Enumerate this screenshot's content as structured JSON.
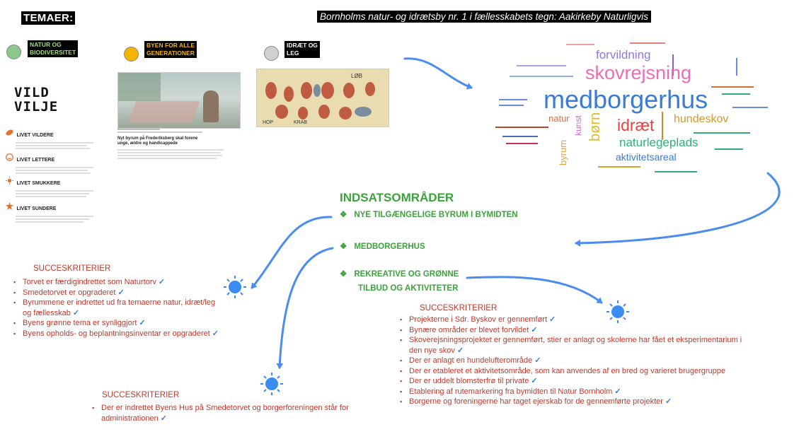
{
  "header": {
    "temaer": "TEMAER:",
    "headline": "Bornholms natur- og idrætsby nr. 1 i fællesskabets tegn: Aakirkeby Naturligvis"
  },
  "themes": [
    {
      "line1": "NATUR OG",
      "line2": "BIODIVERSITET",
      "dot_color": "#8cc78c",
      "text_color": "#9be07a"
    },
    {
      "line1": "BYEN FOR ALLE",
      "line2": "GENERATIONER",
      "dot_color": "#f4b400",
      "text_color": "#f4b400"
    },
    {
      "line1": "IDRÆT OG",
      "line2": "LEG",
      "dot_color": "#cfcfd4",
      "text_color": "#ffffff"
    }
  ],
  "vild_vilje": {
    "line1": "VILD",
    "line2": "VILJE"
  },
  "livet": [
    {
      "title": "LIVET VILDERE",
      "icon": "leaf-icon",
      "color": "#e8702a"
    },
    {
      "title": "LIVET LETTERE",
      "icon": "smiley-icon",
      "color": "#e8702a"
    },
    {
      "title": "LIVET SMUKKERE",
      "icon": "sun-icon",
      "color": "#e8702a"
    },
    {
      "title": "LIVET SUNDERE",
      "icon": "star-icon",
      "color": "#e8702a"
    }
  ],
  "article": {
    "heading": "Nyt byrum på Frederiksberg skal forene unge, ældre og handicappede"
  },
  "drawing_labels": [
    "LØB",
    "HOP",
    "KRAB"
  ],
  "wordcloud": [
    {
      "text": "medborgerhus",
      "color": "#3a7bd5"
    },
    {
      "text": "skovrejsning",
      "color": "#e86fb3"
    },
    {
      "text": "forvildning",
      "color": "#8a7be0"
    },
    {
      "text": "idræt",
      "color": "#e84040"
    },
    {
      "text": "hundeskov",
      "color": "#d49a2a"
    },
    {
      "text": "naturlegeplads",
      "color": "#2fae7a"
    },
    {
      "text": "aktivitetsareal",
      "color": "#3a7bd5"
    },
    {
      "text": "børn",
      "color": "#d4c02a"
    },
    {
      "text": "natur",
      "color": "#e86a3a"
    },
    {
      "text": "kunst",
      "color": "#c070d0"
    },
    {
      "text": "byrum",
      "color": "#e8a03a"
    }
  ],
  "indsats": {
    "title": "INDSATSOMRÅDER",
    "items": [
      "NYE TILGÆNGELIGE BYRUM I BYMIDTEN",
      "MEDBORGERHUS",
      "REKREATIVE OG GRØNNE TILBUD OG AKTIVITETER"
    ]
  },
  "succes_left": {
    "title": "SUCCESKRITERIER",
    "items": [
      "Torvet er færdigindrettet som Naturtorv",
      "Smedetorvet er opgraderet",
      "Byrummene er indrettet ud fra temaerne natur, idræt/leg og fællesskab",
      "Byens grønne tema er synliggjort",
      "Byens opholds- og beplantningsinventar er opgraderet"
    ]
  },
  "succes_middle": {
    "title": "SUCCESKRITERIER",
    "items": [
      "Der er indrettet Byens Hus på Smedetorvet og borgerforeningen står for administrationen"
    ]
  },
  "succes_right": {
    "title": "SUCCESKRITERIER",
    "items": [
      "Projekterne i Sdr. Byskov er gennemført",
      "Bynære områder er blevet forvildet",
      "Skoverejsningsprojektet er gennemført, stier er anlagt og skolerne har fået et eksperimentarium i den nye skov",
      "Der er anlagt en hundelufterområde",
      "Der er etableret et aktivitetsområde, som kan anvendes af en bred og varieret brugergruppe",
      "Der er uddelt blomsterfrø til private",
      "Etablering af rutemarkering fra bymidten til Natur Bornholm",
      "Borgerne og foreningerne har taget ejerskab for de gennemførte projekter"
    ]
  },
  "colors": {
    "arrow": "#4a8cf0",
    "accent_green": "#3aa33a",
    "accent_red": "#c0392b"
  }
}
